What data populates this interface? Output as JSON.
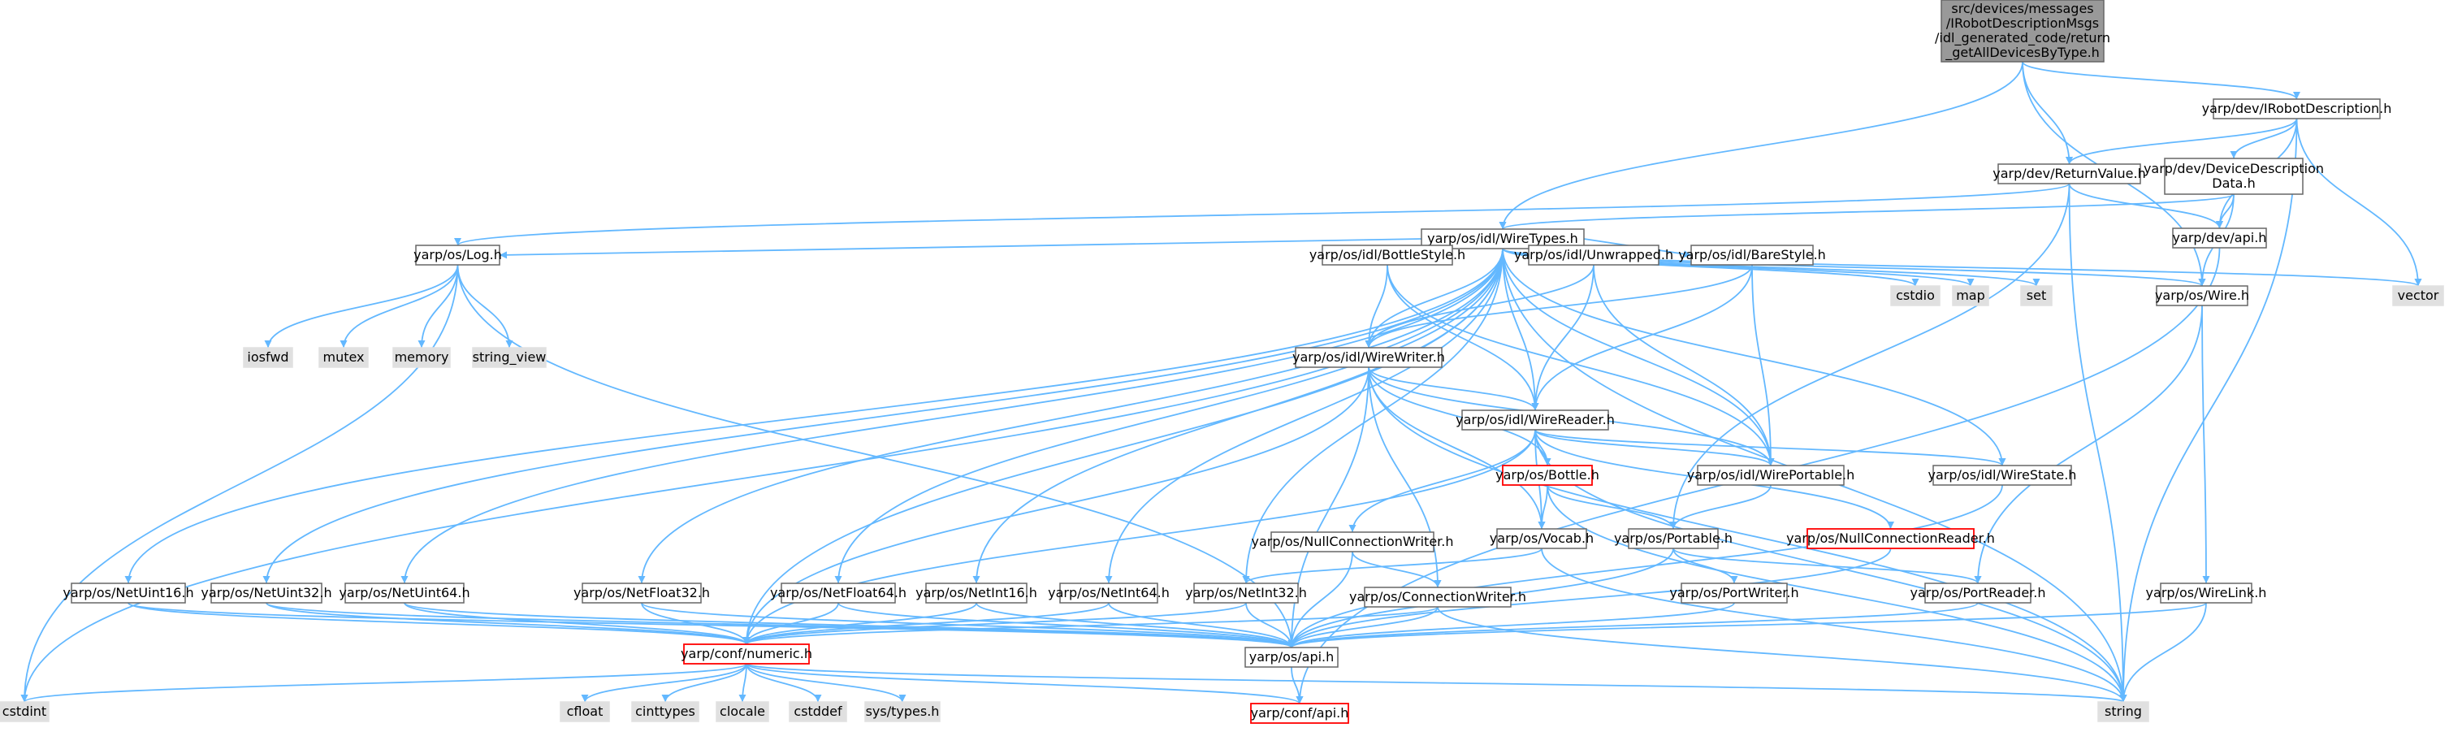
{
  "colors": {
    "edge": "#63b8ff",
    "node_border": "#666666",
    "root_fill": "#999999",
    "system_fill": "#e0e0e0",
    "incomplete_border": "#ff0000"
  },
  "nodes": [
    {
      "id": "root",
      "lines": [
        "src/devices/messages",
        "/IRobotDescriptionMsgs",
        "/idl_generated_code/return",
        "_getAllDevicesByType.h"
      ],
      "kind": "root"
    },
    {
      "id": "irobotdesc",
      "lines": [
        "yarp/dev/IRobotDescription.h"
      ],
      "kind": "normal"
    },
    {
      "id": "returnvalue",
      "lines": [
        "yarp/dev/ReturnValue.h"
      ],
      "kind": "normal"
    },
    {
      "id": "devdescdata",
      "lines": [
        "yarp/dev/DeviceDescription",
        "Data.h"
      ],
      "kind": "normal"
    },
    {
      "id": "devapi",
      "lines": [
        "yarp/dev/api.h"
      ],
      "kind": "normal"
    },
    {
      "id": "wiretypes",
      "lines": [
        "yarp/os/idl/WireTypes.h"
      ],
      "kind": "normal"
    },
    {
      "id": "log",
      "lines": [
        "yarp/os/Log.h"
      ],
      "kind": "normal"
    },
    {
      "id": "iosfwd",
      "lines": [
        "iosfwd"
      ],
      "kind": "system"
    },
    {
      "id": "mutex",
      "lines": [
        "mutex"
      ],
      "kind": "system"
    },
    {
      "id": "memory",
      "lines": [
        "memory"
      ],
      "kind": "system"
    },
    {
      "id": "string_view",
      "lines": [
        "string_view"
      ],
      "kind": "system"
    },
    {
      "id": "bottlestyle",
      "lines": [
        "yarp/os/idl/BottleStyle.h"
      ],
      "kind": "normal"
    },
    {
      "id": "unwrapped",
      "lines": [
        "yarp/os/idl/Unwrapped.h"
      ],
      "kind": "normal"
    },
    {
      "id": "barestyle",
      "lines": [
        "yarp/os/idl/BareStyle.h"
      ],
      "kind": "normal"
    },
    {
      "id": "cstdio",
      "lines": [
        "cstdio"
      ],
      "kind": "system"
    },
    {
      "id": "map",
      "lines": [
        "map"
      ],
      "kind": "system"
    },
    {
      "id": "set",
      "lines": [
        "set"
      ],
      "kind": "system"
    },
    {
      "id": "wire",
      "lines": [
        "yarp/os/Wire.h"
      ],
      "kind": "normal"
    },
    {
      "id": "vector",
      "lines": [
        "vector"
      ],
      "kind": "system"
    },
    {
      "id": "wirewriter",
      "lines": [
        "yarp/os/idl/WireWriter.h"
      ],
      "kind": "normal"
    },
    {
      "id": "wirereader",
      "lines": [
        "yarp/os/idl/WireReader.h"
      ],
      "kind": "normal"
    },
    {
      "id": "wireportable",
      "lines": [
        "yarp/os/idl/WirePortable.h"
      ],
      "kind": "normal"
    },
    {
      "id": "wirestate",
      "lines": [
        "yarp/os/idl/WireState.h"
      ],
      "kind": "normal"
    },
    {
      "id": "bottle",
      "lines": [
        "yarp/os/Bottle.h"
      ],
      "kind": "incomplete"
    },
    {
      "id": "nullconnwriter",
      "lines": [
        "yarp/os/NullConnectionWriter.h"
      ],
      "kind": "normal"
    },
    {
      "id": "vocab",
      "lines": [
        "yarp/os/Vocab.h"
      ],
      "kind": "normal"
    },
    {
      "id": "portable",
      "lines": [
        "yarp/os/Portable.h"
      ],
      "kind": "normal"
    },
    {
      "id": "nullconnreader",
      "lines": [
        "yarp/os/NullConnectionReader.h"
      ],
      "kind": "incomplete"
    },
    {
      "id": "netuint16",
      "lines": [
        "yarp/os/NetUint16.h"
      ],
      "kind": "normal"
    },
    {
      "id": "netuint32",
      "lines": [
        "yarp/os/NetUint32.h"
      ],
      "kind": "normal"
    },
    {
      "id": "netuint64",
      "lines": [
        "yarp/os/NetUint64.h"
      ],
      "kind": "normal"
    },
    {
      "id": "netfloat32",
      "lines": [
        "yarp/os/NetFloat32.h"
      ],
      "kind": "normal"
    },
    {
      "id": "netfloat64",
      "lines": [
        "yarp/os/NetFloat64.h"
      ],
      "kind": "normal"
    },
    {
      "id": "netint16",
      "lines": [
        "yarp/os/NetInt16.h"
      ],
      "kind": "normal"
    },
    {
      "id": "netint64",
      "lines": [
        "yarp/os/NetInt64.h"
      ],
      "kind": "normal"
    },
    {
      "id": "netint32",
      "lines": [
        "yarp/os/NetInt32.h"
      ],
      "kind": "normal"
    },
    {
      "id": "connwriter",
      "lines": [
        "yarp/os/ConnectionWriter.h"
      ],
      "kind": "normal"
    },
    {
      "id": "portwriter",
      "lines": [
        "yarp/os/PortWriter.h"
      ],
      "kind": "normal"
    },
    {
      "id": "portreader",
      "lines": [
        "yarp/os/PortReader.h"
      ],
      "kind": "normal"
    },
    {
      "id": "wirelink",
      "lines": [
        "yarp/os/WireLink.h"
      ],
      "kind": "normal"
    },
    {
      "id": "confnumeric",
      "lines": [
        "yarp/conf/numeric.h"
      ],
      "kind": "incomplete"
    },
    {
      "id": "osapi",
      "lines": [
        "yarp/os/api.h"
      ],
      "kind": "normal"
    },
    {
      "id": "cstdint",
      "lines": [
        "cstdint"
      ],
      "kind": "system"
    },
    {
      "id": "cfloat",
      "lines": [
        "cfloat"
      ],
      "kind": "system"
    },
    {
      "id": "cinttypes",
      "lines": [
        "cinttypes"
      ],
      "kind": "system"
    },
    {
      "id": "clocale",
      "lines": [
        "clocale"
      ],
      "kind": "system"
    },
    {
      "id": "cstddef",
      "lines": [
        "cstddef"
      ],
      "kind": "system"
    },
    {
      "id": "systypes",
      "lines": [
        "sys/types.h"
      ],
      "kind": "system"
    },
    {
      "id": "confapi",
      "lines": [
        "yarp/conf/api.h"
      ],
      "kind": "incomplete"
    },
    {
      "id": "string",
      "lines": [
        "string"
      ],
      "kind": "system"
    }
  ],
  "edges": [
    [
      "root",
      "irobotdesc"
    ],
    [
      "root",
      "returnvalue"
    ],
    [
      "root",
      "wiretypes"
    ],
    [
      "root",
      "wire"
    ],
    [
      "irobotdesc",
      "returnvalue"
    ],
    [
      "irobotdesc",
      "devdescdata"
    ],
    [
      "irobotdesc",
      "devapi"
    ],
    [
      "irobotdesc",
      "vector"
    ],
    [
      "irobotdesc",
      "string"
    ],
    [
      "returnvalue",
      "devapi"
    ],
    [
      "returnvalue",
      "log"
    ],
    [
      "returnvalue",
      "portable"
    ],
    [
      "returnvalue",
      "string"
    ],
    [
      "devdescdata",
      "devapi"
    ],
    [
      "devdescdata",
      "wire"
    ],
    [
      "devdescdata",
      "wiretypes"
    ],
    [
      "devapi",
      "confapi"
    ],
    [
      "wiretypes",
      "log"
    ],
    [
      "wiretypes",
      "bottlestyle"
    ],
    [
      "wiretypes",
      "unwrapped"
    ],
    [
      "wiretypes",
      "barestyle"
    ],
    [
      "wiretypes",
      "cstdio"
    ],
    [
      "wiretypes",
      "map"
    ],
    [
      "wiretypes",
      "set"
    ],
    [
      "wiretypes",
      "wire"
    ],
    [
      "wiretypes",
      "vector"
    ],
    [
      "wiretypes",
      "wirewriter"
    ],
    [
      "wiretypes",
      "wirereader"
    ],
    [
      "wiretypes",
      "wireportable"
    ],
    [
      "wiretypes",
      "wirestate"
    ],
    [
      "wiretypes",
      "netuint16"
    ],
    [
      "wiretypes",
      "netuint32"
    ],
    [
      "wiretypes",
      "netuint64"
    ],
    [
      "wiretypes",
      "netfloat32"
    ],
    [
      "wiretypes",
      "netfloat64"
    ],
    [
      "wiretypes",
      "netint16"
    ],
    [
      "wiretypes",
      "netint64"
    ],
    [
      "wiretypes",
      "netint32"
    ],
    [
      "wiretypes",
      "cstdint"
    ],
    [
      "wiretypes",
      "string"
    ],
    [
      "wiretypes",
      "confnumeric"
    ],
    [
      "log",
      "iosfwd"
    ],
    [
      "log",
      "mutex"
    ],
    [
      "log",
      "memory"
    ],
    [
      "log",
      "string_view"
    ],
    [
      "log",
      "cstdint"
    ],
    [
      "log",
      "osapi"
    ],
    [
      "bottlestyle",
      "wirewriter"
    ],
    [
      "bottlestyle",
      "wirereader"
    ],
    [
      "bottlestyle",
      "wireportable"
    ],
    [
      "unwrapped",
      "wirewriter"
    ],
    [
      "unwrapped",
      "wirereader"
    ],
    [
      "unwrapped",
      "wireportable"
    ],
    [
      "barestyle",
      "wirewriter"
    ],
    [
      "barestyle",
      "wirereader"
    ],
    [
      "barestyle",
      "wireportable"
    ],
    [
      "wire",
      "portreader"
    ],
    [
      "wire",
      "wirelink"
    ],
    [
      "wirewriter",
      "wirereader"
    ],
    [
      "wirewriter",
      "wireportable"
    ],
    [
      "wirewriter",
      "bottle"
    ],
    [
      "wirewriter",
      "vocab"
    ],
    [
      "wirewriter",
      "connwriter"
    ],
    [
      "wirewriter",
      "confnumeric"
    ],
    [
      "wirewriter",
      "osapi"
    ],
    [
      "wirewriter",
      "string"
    ],
    [
      "wirereader",
      "wireportable"
    ],
    [
      "wirereader",
      "wirestate"
    ],
    [
      "wirereader",
      "bottle"
    ],
    [
      "wirereader",
      "nullconnwriter"
    ],
    [
      "wirereader",
      "vocab"
    ],
    [
      "wirereader",
      "nullconnreader"
    ],
    [
      "wirereader",
      "confnumeric"
    ],
    [
      "wirereader",
      "string"
    ],
    [
      "wireportable",
      "portable"
    ],
    [
      "wirestate",
      "osapi"
    ],
    [
      "bottle",
      "vocab"
    ],
    [
      "bottle",
      "portable"
    ],
    [
      "bottle",
      "string"
    ],
    [
      "nullconnwriter",
      "connwriter"
    ],
    [
      "nullconnwriter",
      "osapi"
    ],
    [
      "vocab",
      "netint32"
    ],
    [
      "vocab",
      "string"
    ],
    [
      "portable",
      "portwriter"
    ],
    [
      "portable",
      "portreader"
    ],
    [
      "portable",
      "osapi"
    ],
    [
      "nullconnreader",
      "osapi"
    ],
    [
      "connwriter",
      "confnumeric"
    ],
    [
      "connwriter",
      "osapi"
    ],
    [
      "connwriter",
      "string"
    ],
    [
      "portwriter",
      "osapi"
    ],
    [
      "portreader",
      "osapi"
    ],
    [
      "wirelink",
      "osapi"
    ],
    [
      "wirelink",
      "string"
    ],
    [
      "netuint16",
      "confnumeric"
    ],
    [
      "netuint16",
      "osapi"
    ],
    [
      "netuint32",
      "confnumeric"
    ],
    [
      "netuint32",
      "osapi"
    ],
    [
      "netuint64",
      "confnumeric"
    ],
    [
      "netuint64",
      "osapi"
    ],
    [
      "netfloat32",
      "confnumeric"
    ],
    [
      "netfloat32",
      "osapi"
    ],
    [
      "netfloat64",
      "confnumeric"
    ],
    [
      "netfloat64",
      "osapi"
    ],
    [
      "netint16",
      "confnumeric"
    ],
    [
      "netint16",
      "osapi"
    ],
    [
      "netint64",
      "confnumeric"
    ],
    [
      "netint64",
      "osapi"
    ],
    [
      "netint32",
      "confnumeric"
    ],
    [
      "netint32",
      "osapi"
    ],
    [
      "confnumeric",
      "cstdint"
    ],
    [
      "confnumeric",
      "cfloat"
    ],
    [
      "confnumeric",
      "cinttypes"
    ],
    [
      "confnumeric",
      "clocale"
    ],
    [
      "confnumeric",
      "cstddef"
    ],
    [
      "confnumeric",
      "systypes"
    ],
    [
      "confnumeric",
      "confapi"
    ],
    [
      "confnumeric",
      "string"
    ],
    [
      "osapi",
      "confapi"
    ]
  ]
}
